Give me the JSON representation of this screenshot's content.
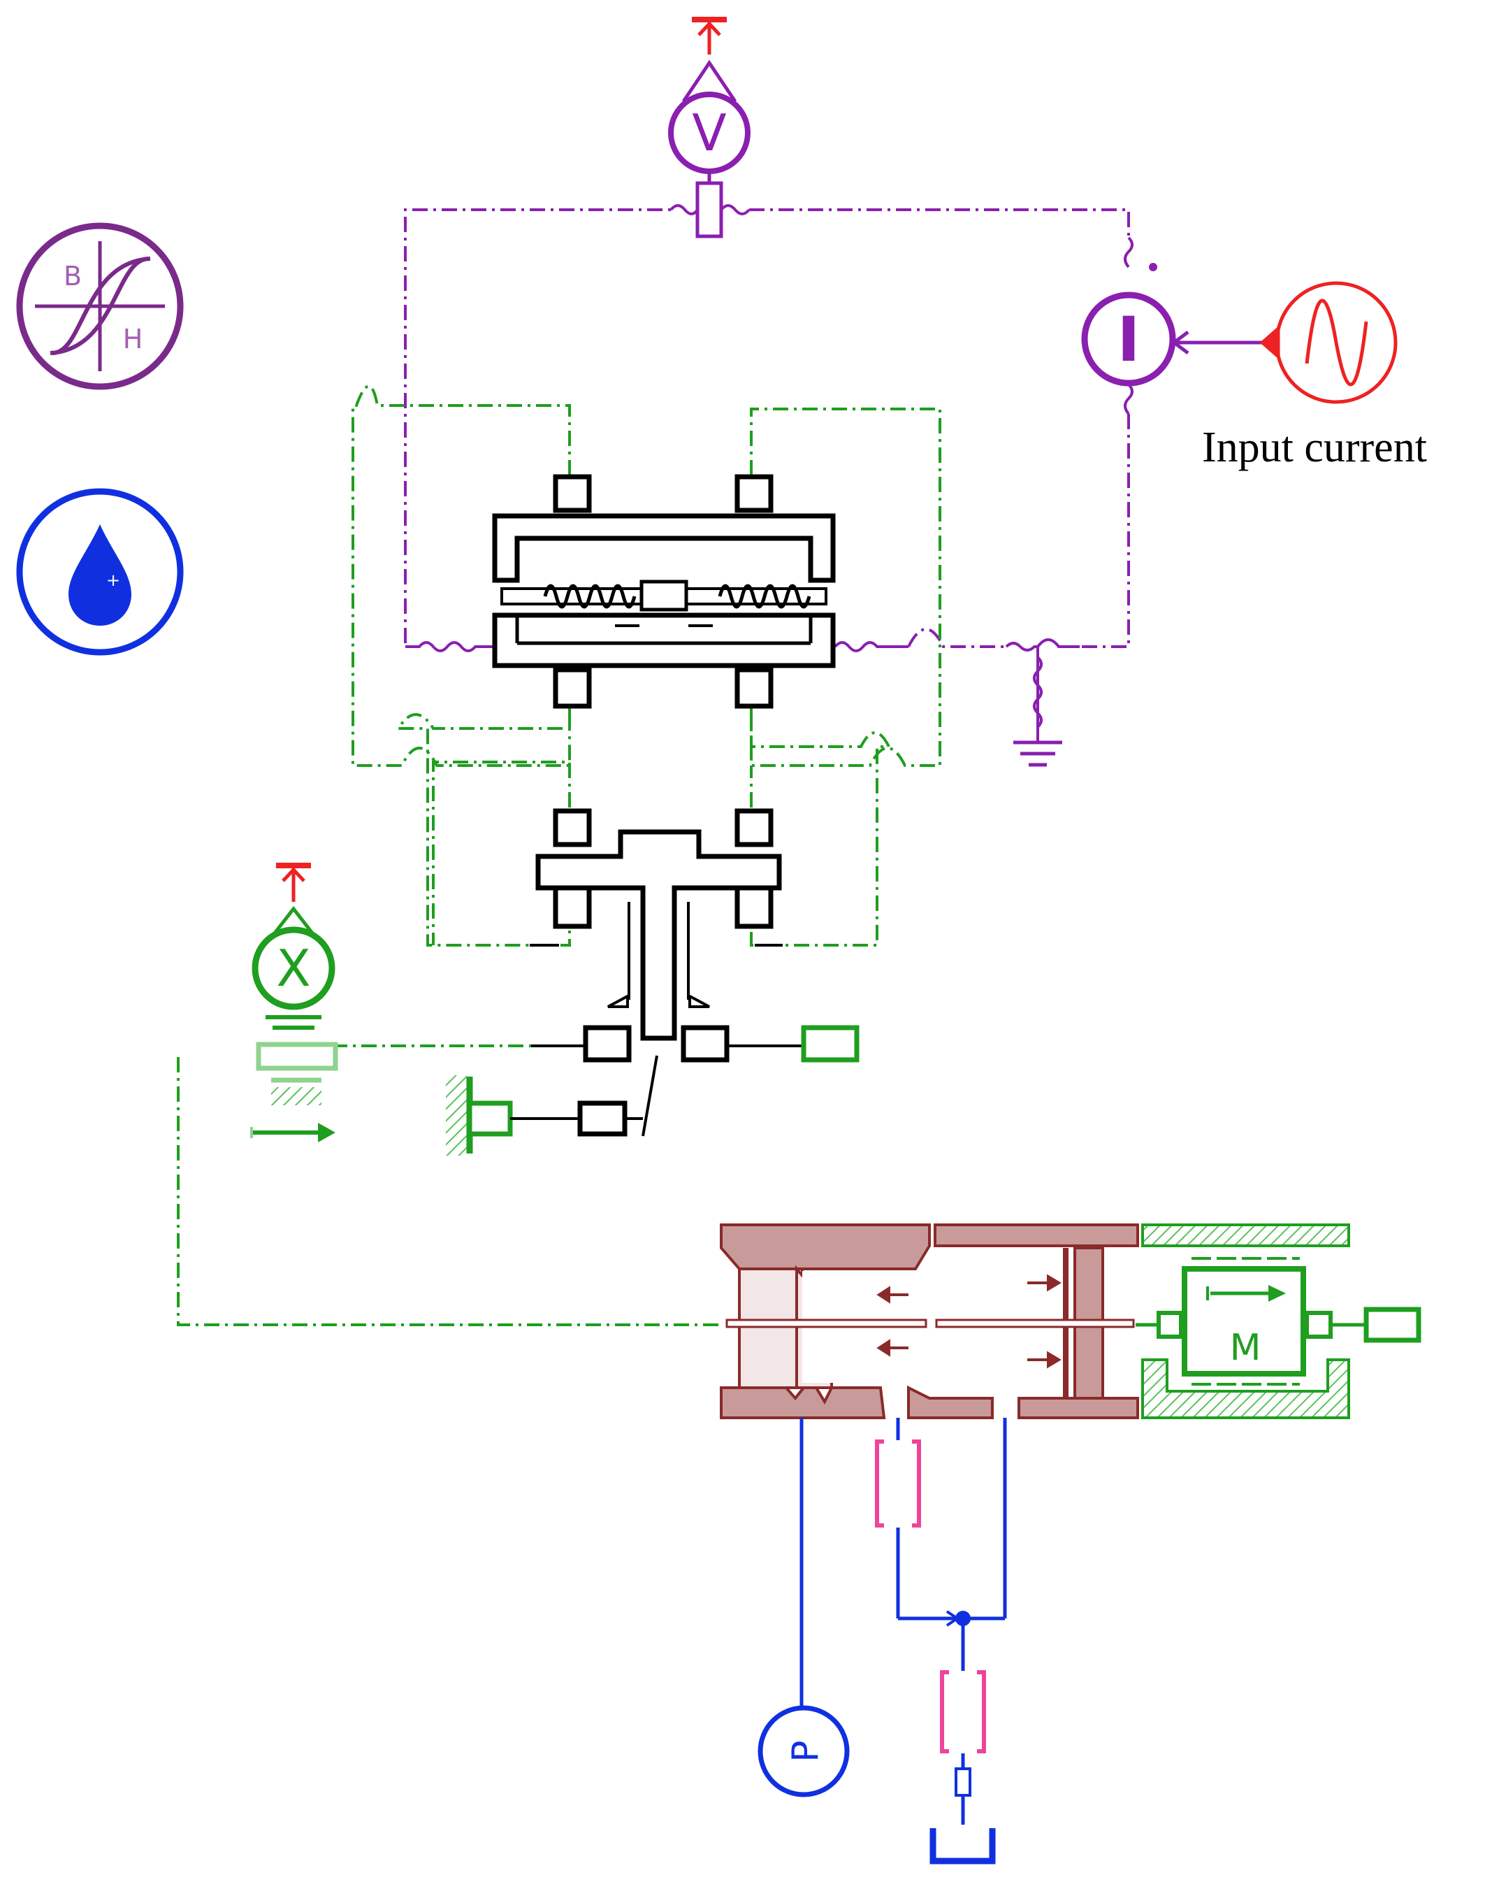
{
  "diagram": {
    "input_label": "Input current",
    "symbols": {
      "voltmeter": "V",
      "current_source": "I",
      "bh_b": "B",
      "bh_h": "H",
      "position_sensor": "X",
      "mass": "M",
      "pressure_source": "P"
    },
    "colors": {
      "electrical": "#8a1fb0",
      "magnetic_icon": "#7a2a8a",
      "mechanical": "#1f9e1f",
      "mechanical_light": "#8fd38f",
      "hydraulic": "#1030e0",
      "signal_red": "#ee2222",
      "valve_body": "#c99a9a",
      "valve_stroke": "#8a2a2a",
      "orifice": "#ee4499",
      "black": "#000000"
    },
    "icons": [
      "bh-curve-icon",
      "fluid-drop-icon",
      "sine-wave-icon",
      "ground-icon",
      "tank-icon"
    ]
  }
}
